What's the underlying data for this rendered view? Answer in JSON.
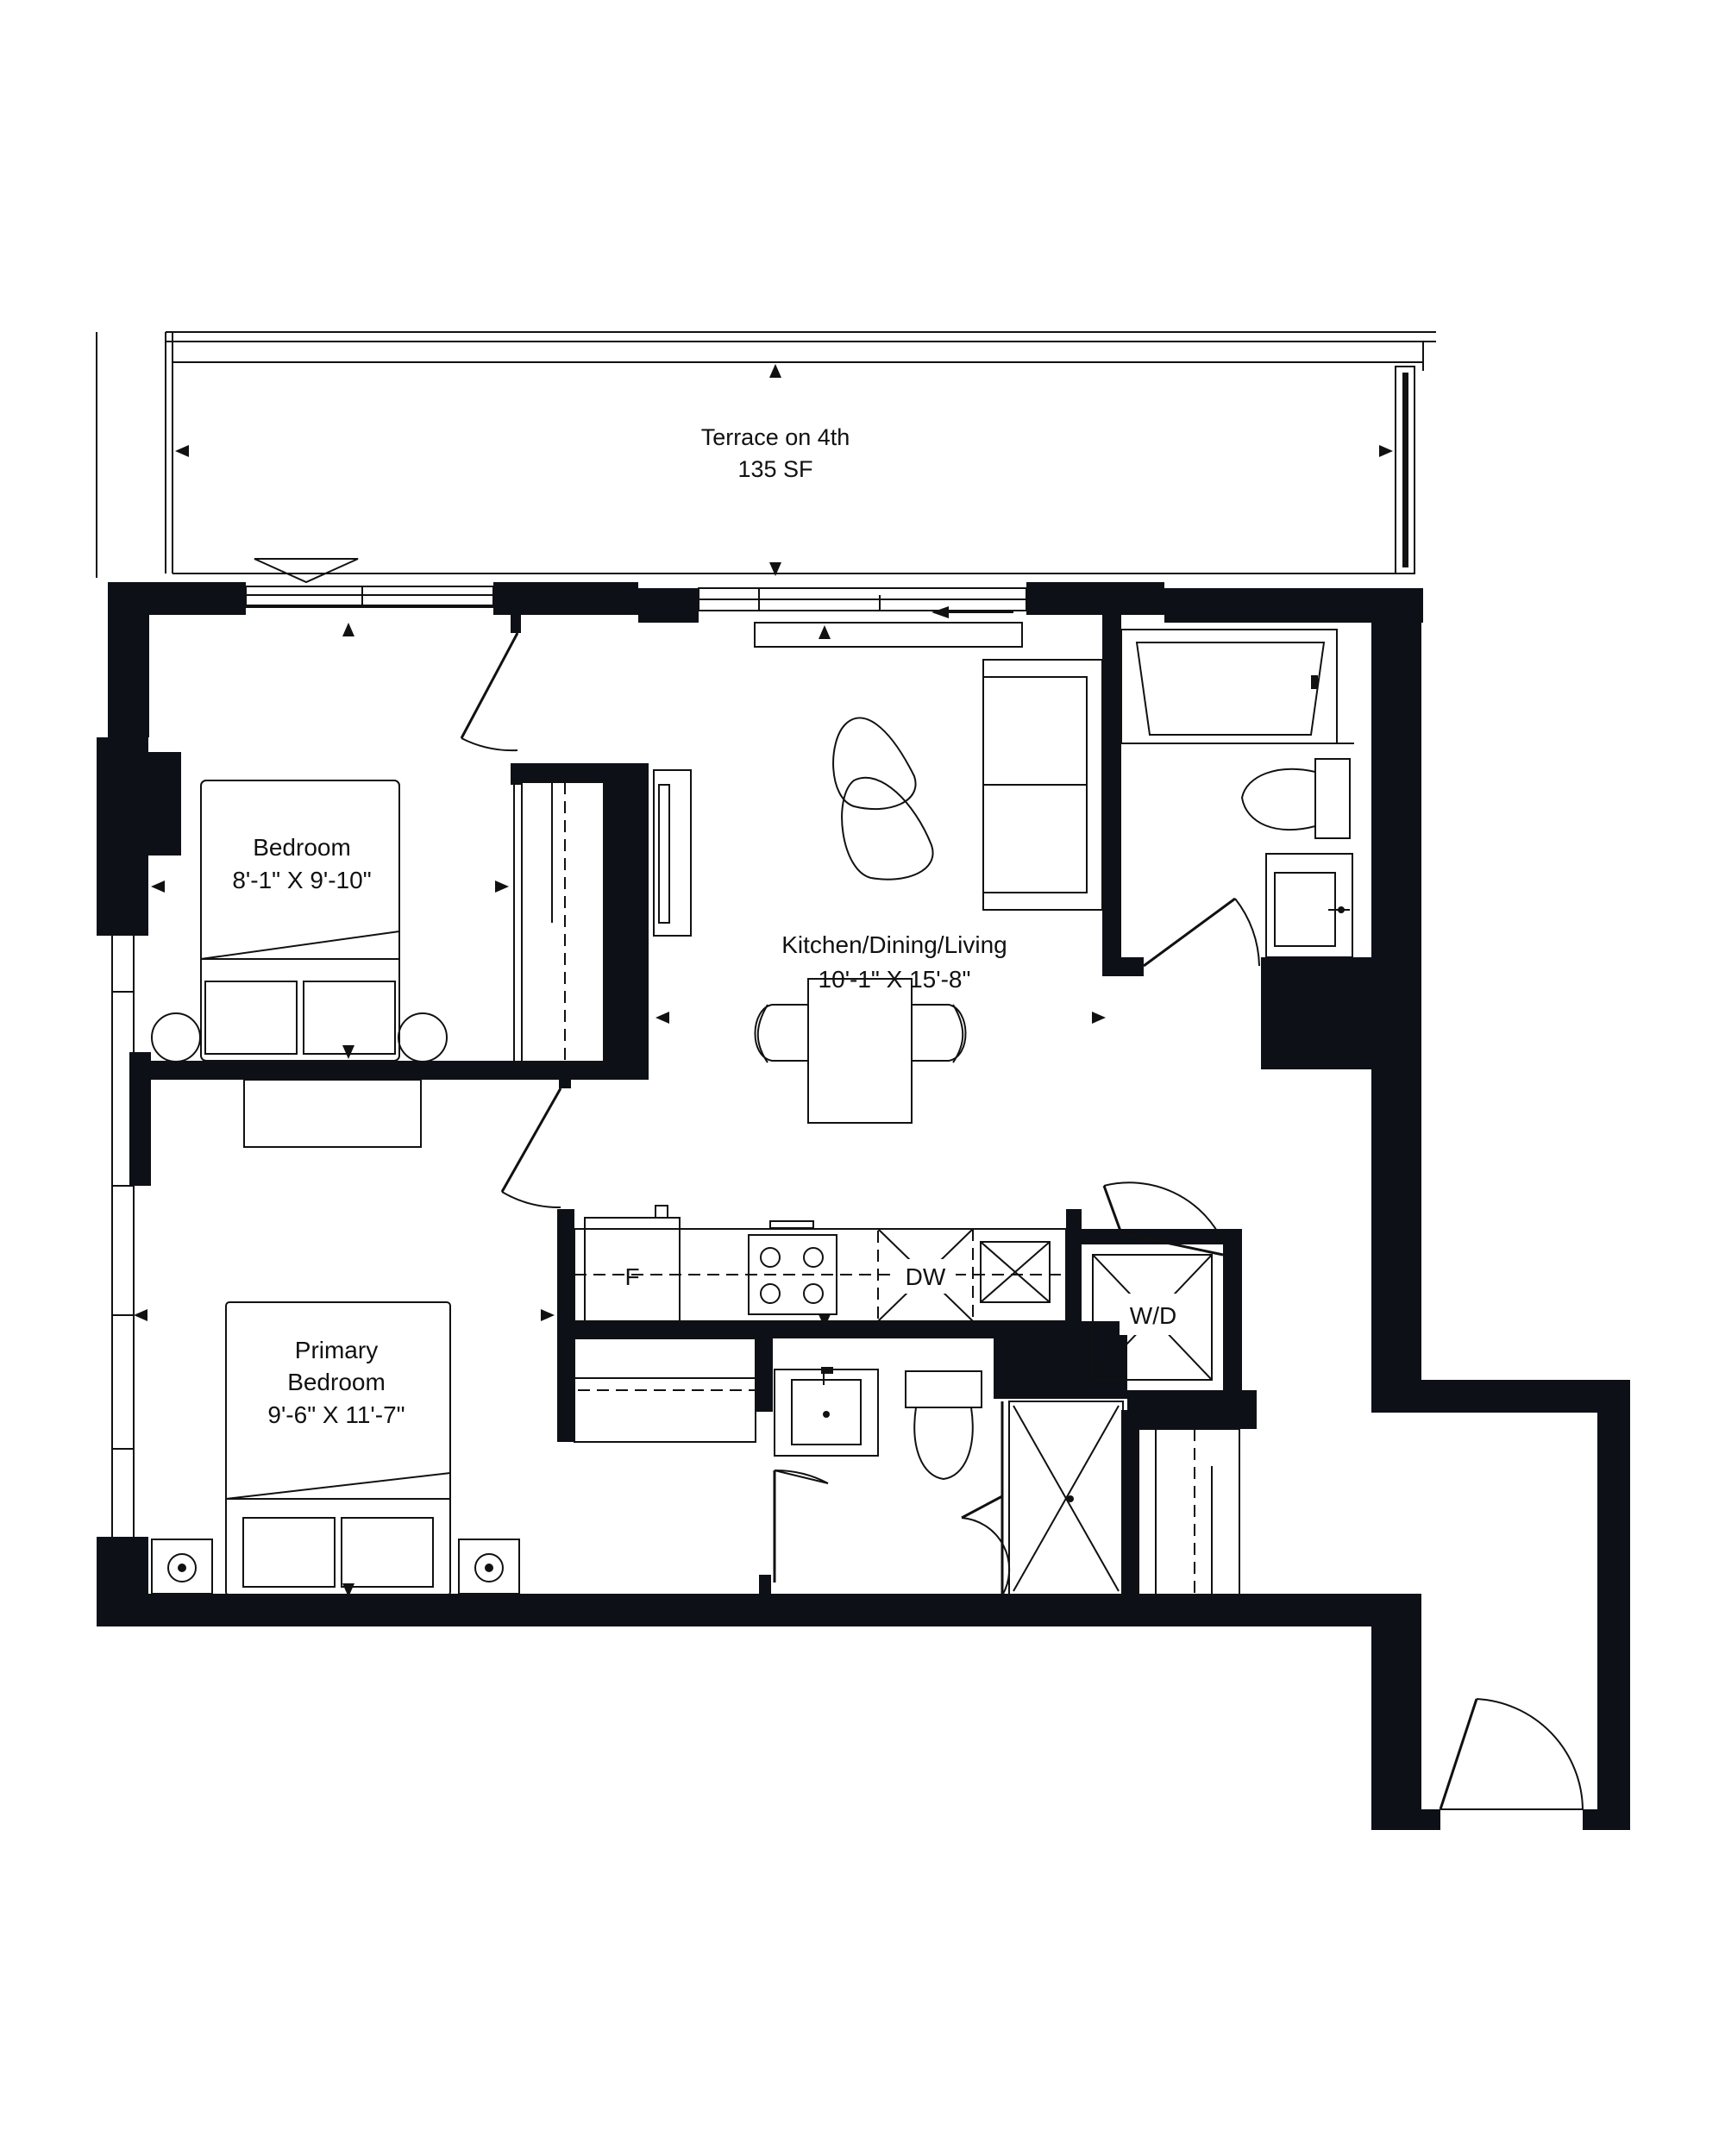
{
  "rooms": {
    "terrace": {
      "name": "Terrace on 4th",
      "size": "135 SF"
    },
    "bedroom": {
      "name": "Bedroom",
      "size": "8'-1\" X 9'-10\""
    },
    "kitchen": {
      "name": "Kitchen/Dining/Living",
      "size": "10'-1\" X 15'-8\""
    },
    "primary": {
      "name_line1": "Primary",
      "name_line2": "Bedroom",
      "size": "9'-6\" X 11'-7\""
    }
  },
  "appliances": {
    "fridge": "F",
    "dishwasher": "DW",
    "washer_dryer": "W/D"
  }
}
